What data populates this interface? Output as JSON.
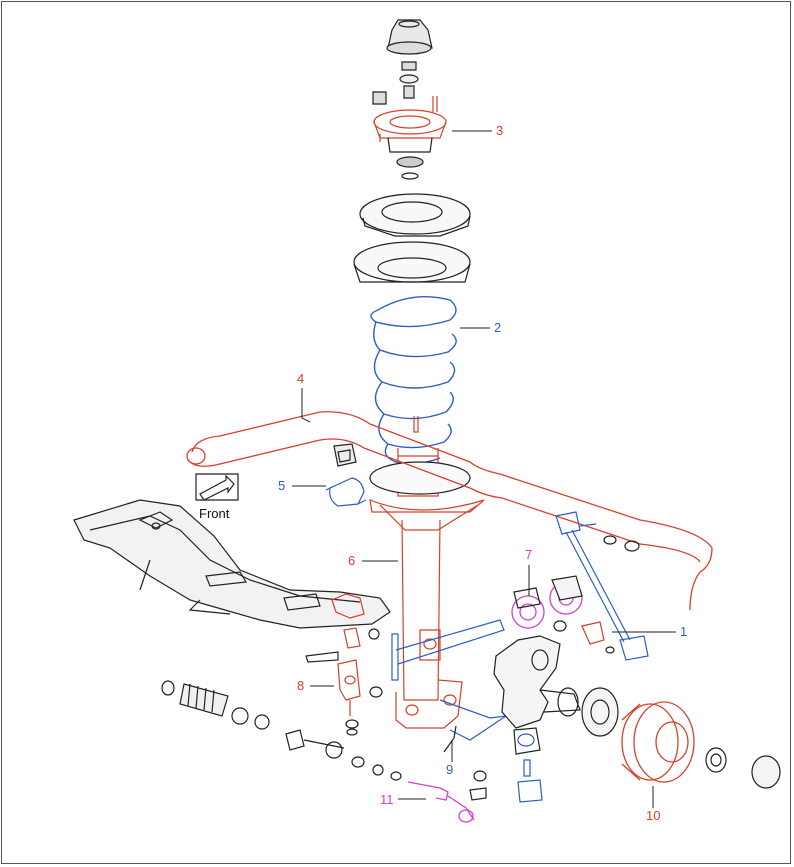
{
  "diagram": {
    "front_label": "Front",
    "colors": {
      "red": "#d6402a",
      "blue": "#2c5fc4",
      "magenta": "#d43fd0",
      "line": "#222222",
      "hatch": "#cfcfcf"
    },
    "callouts": [
      {
        "id": "c1",
        "label": "1",
        "color": "#2c5fc4"
      },
      {
        "id": "c2",
        "label": "2",
        "color": "#2c5fc4"
      },
      {
        "id": "c3",
        "label": "3",
        "color": "#d6402a"
      },
      {
        "id": "c4",
        "label": "4",
        "color": "#d6402a"
      },
      {
        "id": "c5",
        "label": "5",
        "color": "#2c5fc4"
      },
      {
        "id": "c6",
        "label": "6",
        "color": "#d6402a"
      },
      {
        "id": "c7",
        "label": "7",
        "color": "#d43fd0"
      },
      {
        "id": "c8",
        "label": "8",
        "color": "#d6402a"
      },
      {
        "id": "c9",
        "label": "9",
        "color": "#2c5fc4"
      },
      {
        "id": "c10",
        "label": "10",
        "color": "#d6402a"
      },
      {
        "id": "c11",
        "label": "11",
        "color": "#d43fd0"
      }
    ]
  }
}
